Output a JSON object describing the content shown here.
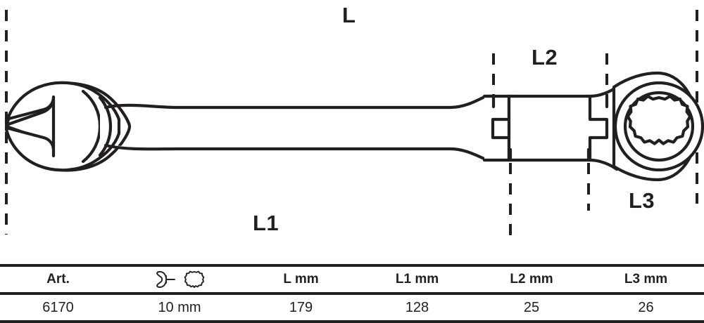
{
  "drawing": {
    "title": "combination-ratchet-wrench-flex-head-technical-drawing",
    "dimension_labels": {
      "overall": "L",
      "open_end_to_joint": "L1",
      "flex_joint": "L2",
      "ring_head": "L3"
    },
    "colors": {
      "line": "#231f20",
      "background": "#ffffff"
    }
  },
  "table": {
    "headers": {
      "art": "Art.",
      "size_icon": "wrench-size-icon",
      "l": "L mm",
      "l1": "L1 mm",
      "l2": "L2 mm",
      "l3": "L3 mm"
    },
    "rows": [
      {
        "art": "6170",
        "size": "10 mm",
        "l": "179",
        "l1": "128",
        "l2": "25",
        "l3": "26"
      }
    ]
  }
}
